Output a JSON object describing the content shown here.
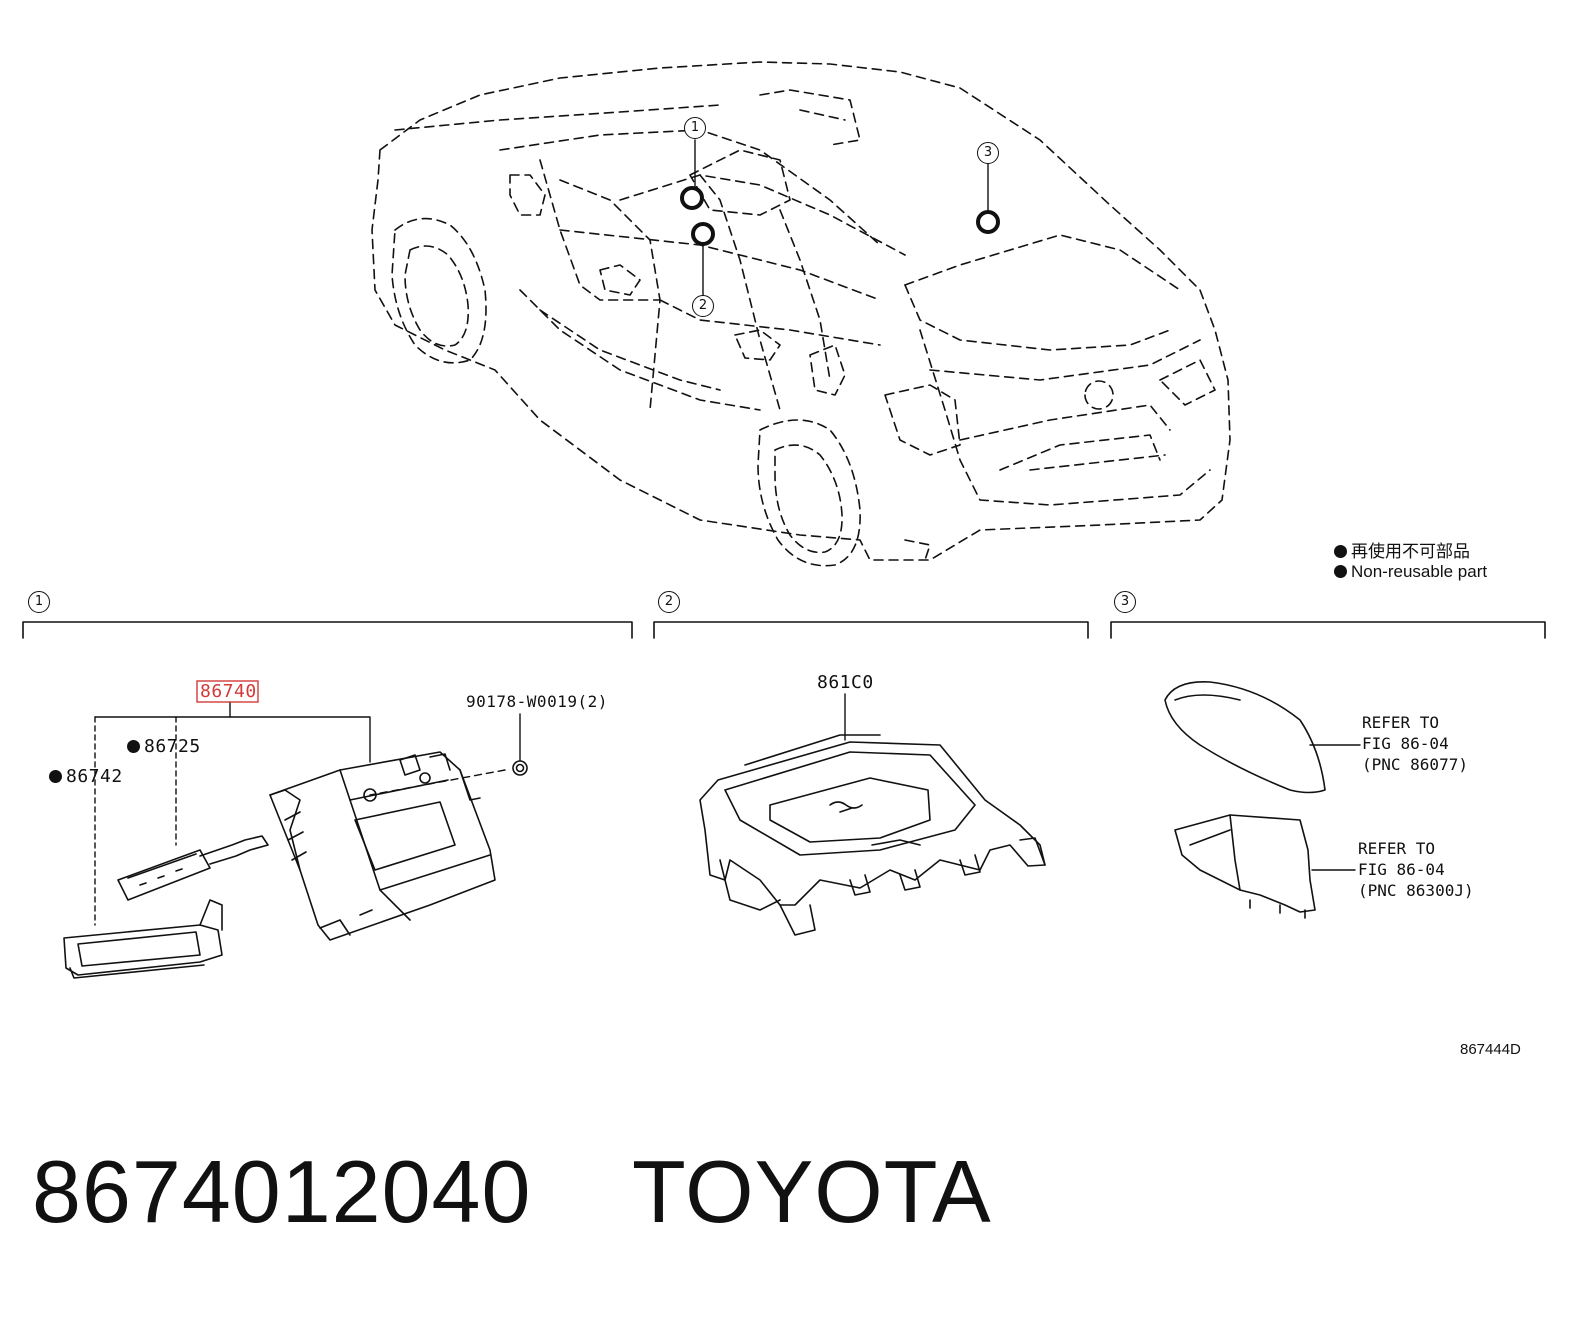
{
  "callouts": {
    "one": "1",
    "two": "2",
    "three": "3"
  },
  "legend": {
    "jp_label": "再使用不可部品",
    "en_label": "Non-reusable part"
  },
  "section1": {
    "num": "1",
    "main_part": "86740",
    "part_86725": "86725",
    "part_86742": "86742",
    "bolt": "90178-W0019(2)"
  },
  "section2": {
    "num": "2",
    "part": "861C0"
  },
  "section3": {
    "num": "3",
    "ref1": "REFER TO\nFIG 86-04\n(PNC 86077)",
    "ref2": "REFER TO\nFIG 86-04\n(PNC 86300J)"
  },
  "figure_code": "867444D",
  "footer": {
    "part_number": "8674012040",
    "brand": "TOYOTA"
  },
  "highlight_color": "#d23a3a"
}
